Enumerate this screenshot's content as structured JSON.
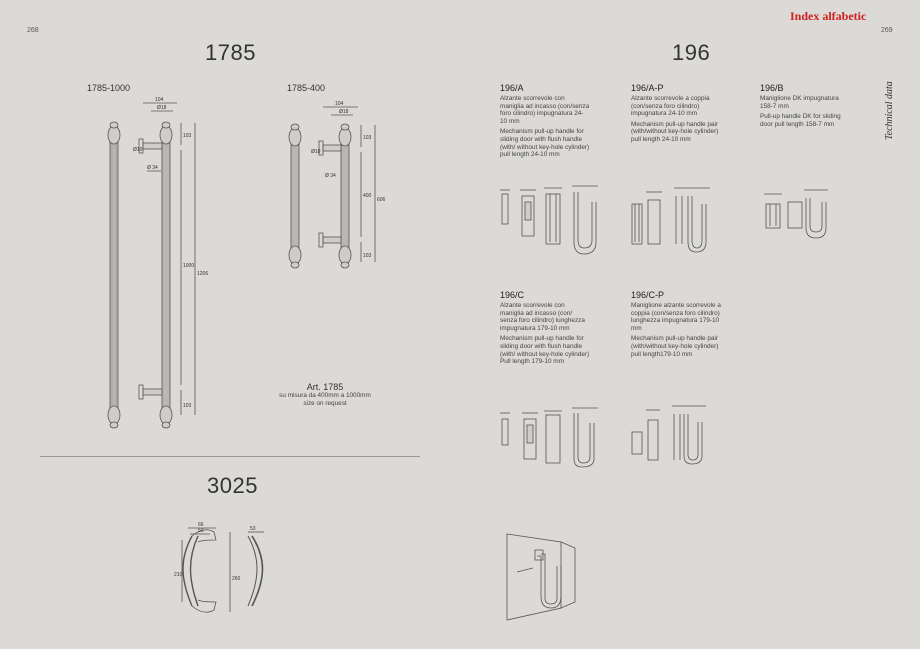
{
  "header": {
    "page_left": "268",
    "page_right": "269",
    "index_link": "Index alfabetic",
    "side_label": "Technical data"
  },
  "left": {
    "title_1785": "1785",
    "variant_1000": "1785-1000",
    "variant_400": "1785-400",
    "art_title": "Art. 1785",
    "art_line1": "su misura da 400mm a 1000mm",
    "art_line2": "size on request",
    "title_3025": "3025",
    "dims_1000": {
      "d1": "104",
      "d2": "Ø18",
      "d3": "Ø10",
      "d4": "Ø 34",
      "d5": "103",
      "d6": "1000",
      "d7": "1206",
      "d8": "103"
    },
    "dims_400": {
      "d1": "104",
      "d2": "Ø18",
      "d3": "Ø10",
      "d4": "Ø 34",
      "d5": "103",
      "d6": "400",
      "d7": "606",
      "d8": "103"
    },
    "dims_3025": {
      "w1": "66",
      "w2": "50",
      "w3": "53",
      "h1": "210",
      "h2": "260"
    }
  },
  "right": {
    "title": "196",
    "items": [
      {
        "code": "196/A",
        "it": "Alzante scorrevole con maniglia ad incasso (con/senza foro cilindro) impugnatura 24-10 mm",
        "en": "Mechanism pull-up handle for sliding door with flush handle (with/ without key-hole cylinder) pull length 24-10 mm"
      },
      {
        "code": "196/A-P",
        "it": "Alzante scorrevole a coppia (con/senza foro cilindro) impugnatura 24-10 mm",
        "en": "Mechanism pull-up handle pair (with/without key-hole cylinder) pull length 24-10 mm"
      },
      {
        "code": "196/B",
        "it": "Maniglione DK impugnatura 158-7 mm",
        "en": "Pull-up handle DK for sliding door pull length 158-7 mm"
      },
      {
        "code": "196/C",
        "it": "Alzante scorrevole con maniglia ad incasso (con/ senza foro cilindro) lunghezza impugnatura 179-10 mm",
        "en": "Mechanism pull-up handle for sliding door with flush handle (with/ without key-hole cylinder) Pull length 179-10 mm"
      },
      {
        "code": "196/C-P",
        "it": "Maniglione alzante scorrevole a coppia (con/senza foro cilindro) lunghezza impugnatura 179-10 mm",
        "en": "Mechanism pull-up handle pair (with/without key-hole cylinder) pull length179-10 mm"
      }
    ]
  }
}
